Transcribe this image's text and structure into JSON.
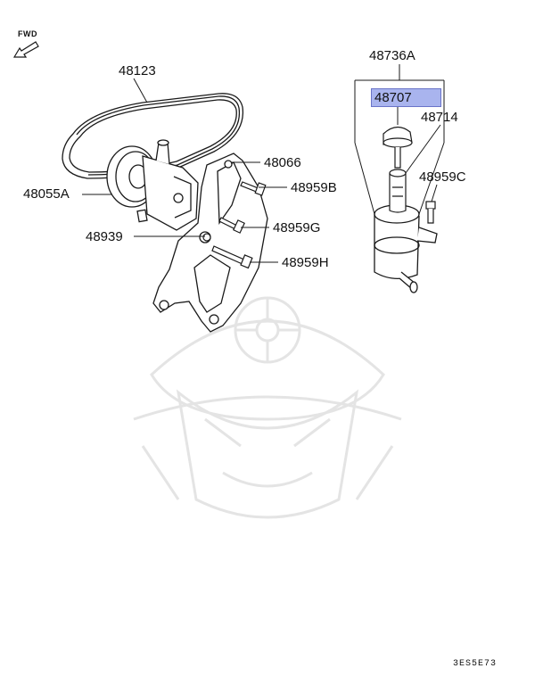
{
  "direction_label": "FWD",
  "diagram_code": "3ES5E73",
  "parts": {
    "belt": "48123",
    "pump": "48055A",
    "bracket": "48066",
    "bolt_b": "48959B",
    "bolt_g": "48959G",
    "bolt_h": "48959H",
    "bolt_39": "48939",
    "reservoir_assy": "48736A",
    "cap": "48707",
    "filter": "48714",
    "bolt_c": "48959C"
  },
  "highlight_part": "48707",
  "colors": {
    "line": "#1a1a1a",
    "highlight": "#a9b4ee",
    "watermark": "#e6e6e6"
  }
}
